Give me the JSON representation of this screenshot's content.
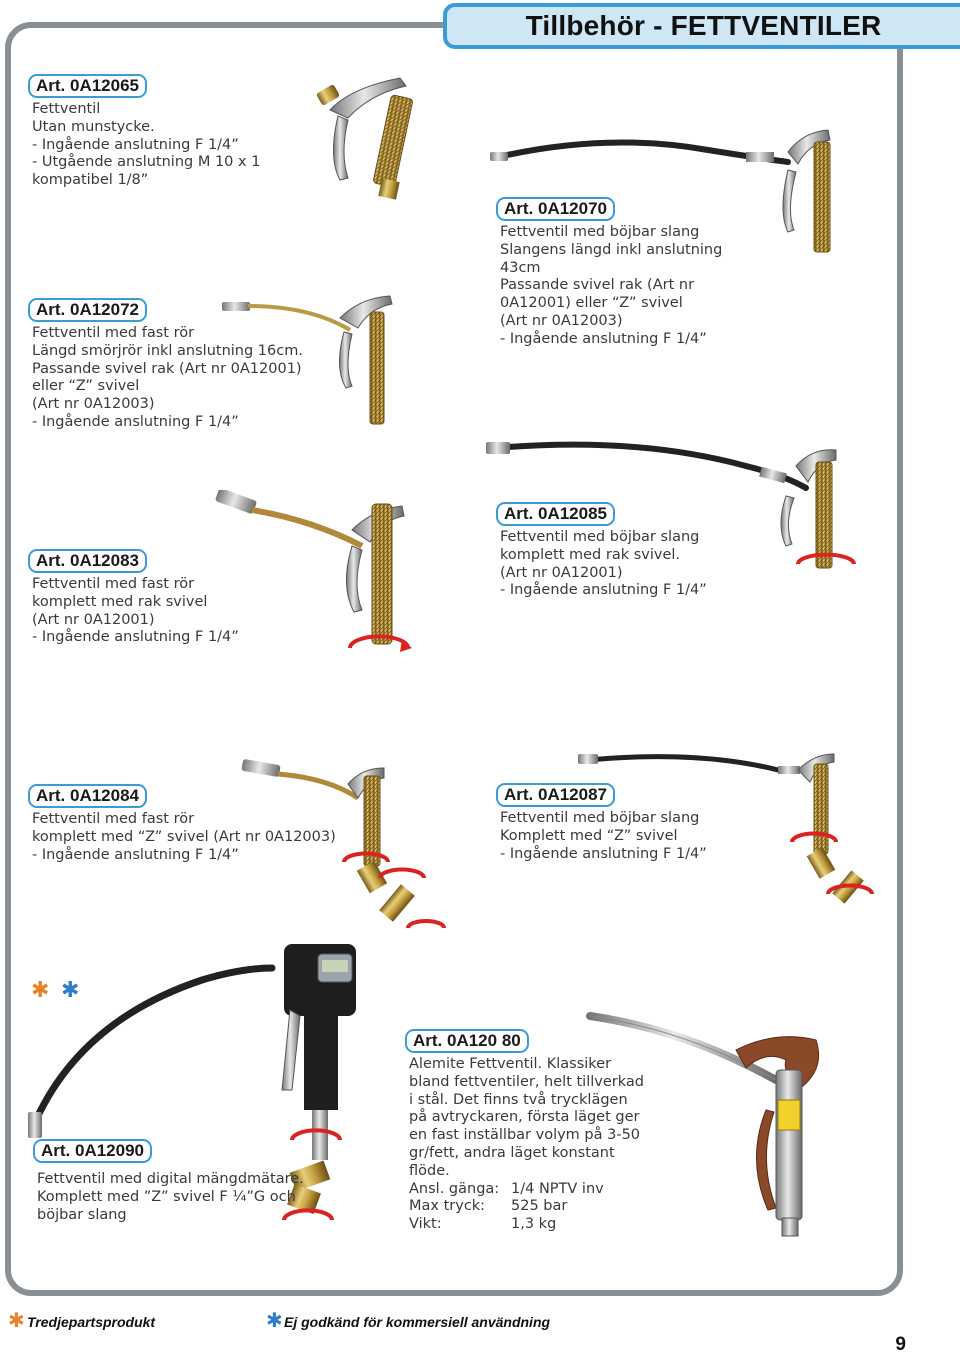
{
  "header": {
    "title": "Tillbehör - FETTVENTILER"
  },
  "products": [
    {
      "art": "Art. 0A12065",
      "lines": [
        "Fettventil",
        "Utan munstycke.",
        "- Ingående anslutning F 1/4”",
        "- Utgående anslutning M 10 x 1",
        "kompatibel 1/8”"
      ]
    },
    {
      "art": "Art. 0A12070",
      "lines": [
        "Fettventil med böjbar slang",
        "Slangens längd inkl anslutning",
        "43cm",
        "Passande svivel rak (Art nr",
        "0A12001) eller  “Z” svivel",
        "(Art nr 0A12003)",
        "- Ingående anslutning F 1/4”"
      ]
    },
    {
      "art": "Art. 0A12072",
      "lines": [
        "Fettventil med fast rör",
        "Längd smörjrör inkl anslutning 16cm.",
        "Passande svivel rak (Art nr 0A12001)",
        "eller  “Z” svivel",
        "(Art nr 0A12003)",
        "- Ingående anslutning F 1/4”"
      ]
    },
    {
      "art": "Art. 0A12083",
      "lines": [
        "Fettventil med fast rör",
        "komplett med rak svivel",
        "(Art nr 0A12001)",
        "- Ingående anslutning F 1/4”"
      ]
    },
    {
      "art": "Art. 0A12085",
      "lines": [
        "Fettventil med böjbar slang",
        "komplett med rak svivel.",
        "(Art nr 0A12001)",
        "- Ingående anslutning F 1/4”"
      ]
    },
    {
      "art": "Art. 0A12084",
      "lines": [
        "Fettventil med fast rör",
        "komplett med  “Z” svivel (Art nr 0A12003)",
        "- Ingående anslutning F 1/4”"
      ]
    },
    {
      "art": "Art. 0A12087",
      "lines": [
        "Fettventil med böjbar slang",
        "Komplett med  “Z” svivel",
        "- Ingående anslutning F 1/4”"
      ]
    },
    {
      "art": "Art. 0A12090",
      "lines": [
        "Fettventil med digital mängdmätare.",
        "Komplett med ”Z” svivel F ¼”G och",
        "böjbar slang"
      ]
    },
    {
      "art": "Art. 0A120 80",
      "lines": [
        "Alemite Fettventil. Klassiker",
        "bland fettventiler, helt tillverkad",
        "i stål. Det finns två trycklägen",
        "på avtryckaren, första läget ger",
        "en fast inställbar volym på 3-50",
        "gr/fett, andra läget konstant",
        "flöde."
      ],
      "specs": [
        {
          "k": "Ansl. gänga:",
          "v": "1/4 NPTV inv"
        },
        {
          "k": "Max tryck:",
          "v": "525 bar"
        },
        {
          "k": "Vikt:",
          "v": "1,3 kg"
        }
      ]
    }
  ],
  "footer": {
    "third_party": "Tredjepartsprodukt",
    "not_commercial": "Ej godkänd för kommersiell användning",
    "page": "9"
  },
  "colors": {
    "accent": "#3a9bd8",
    "frame": "#8a8f94",
    "tab_bg": "#cfe6f5",
    "star_orange": "#e8832a",
    "star_blue": "#2f7fc6"
  },
  "icons": [
    "grease-gun-image",
    "rotation-arrow-icon",
    "orange-asterisk-icon",
    "blue-asterisk-icon"
  ]
}
